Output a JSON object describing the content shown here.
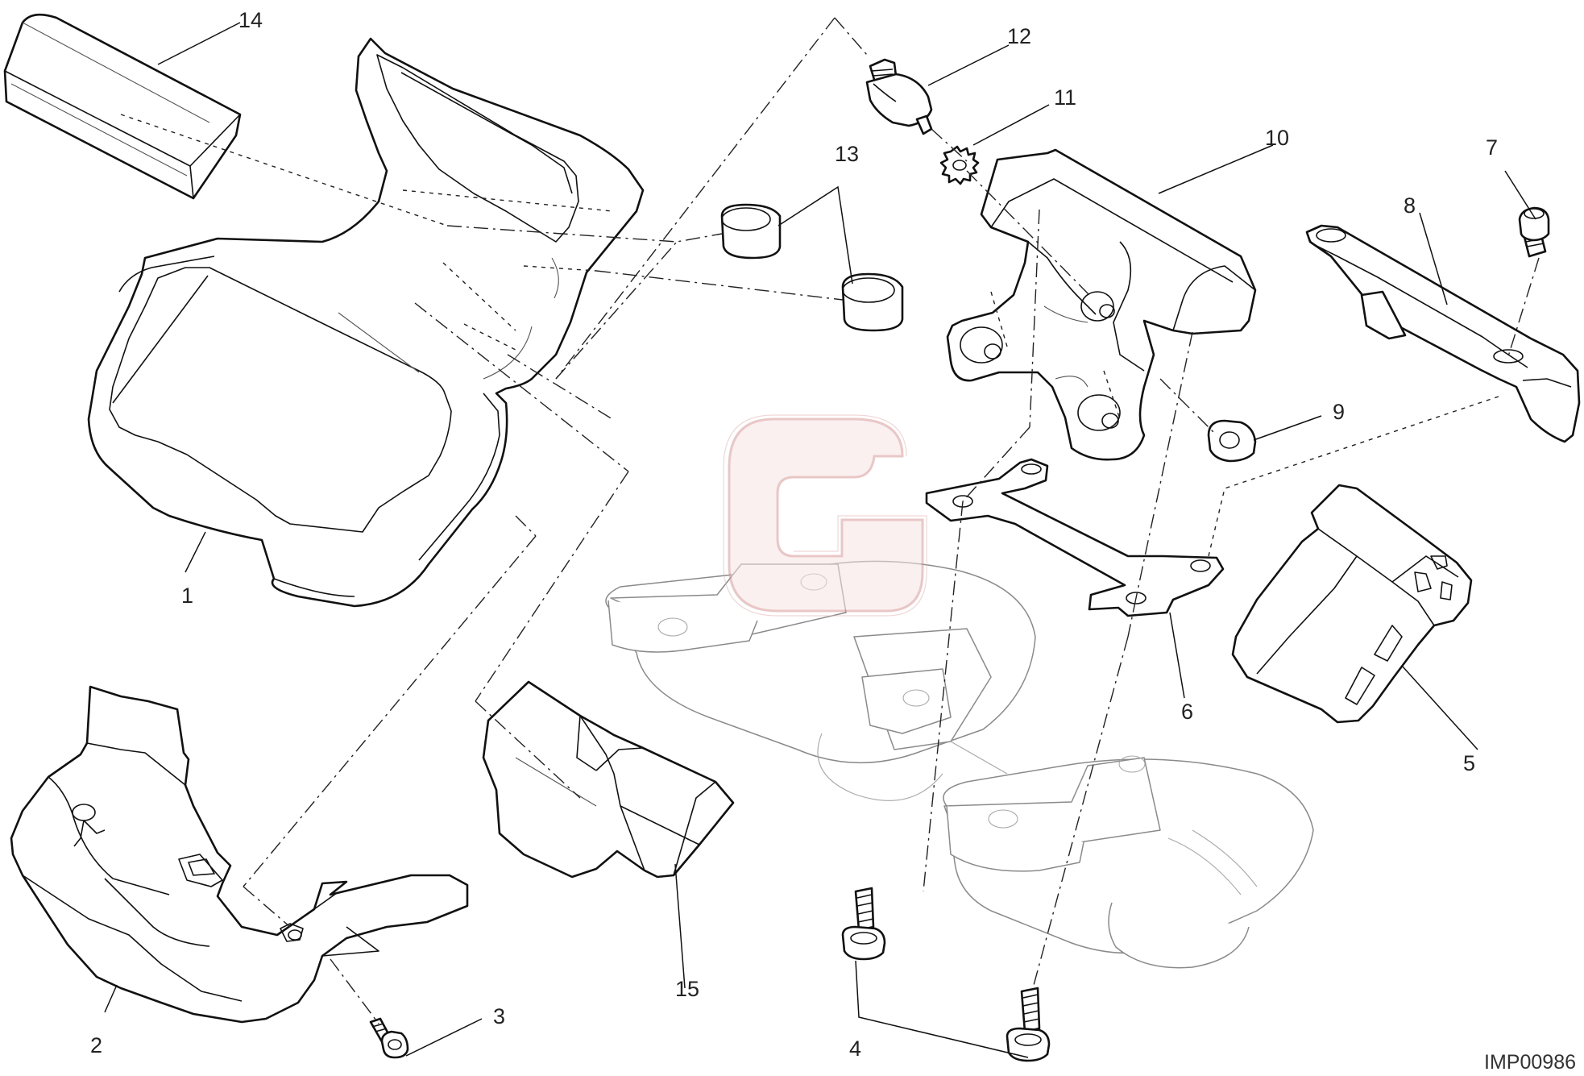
{
  "diagram": {
    "reference_code": "IMP00986",
    "callouts": {
      "c1": "1",
      "c2": "2",
      "c3": "3",
      "c4": "4",
      "c5": "5",
      "c6": "6",
      "c7": "7",
      "c8": "8",
      "c9": "9",
      "c10": "10",
      "c11": "11",
      "c12": "12",
      "c13": "13",
      "c14": "14",
      "c15": "15"
    }
  },
  "colors": {
    "line": "#111111",
    "ghost_line": "#8a8a8a",
    "watermark": "#e9b8b8"
  }
}
